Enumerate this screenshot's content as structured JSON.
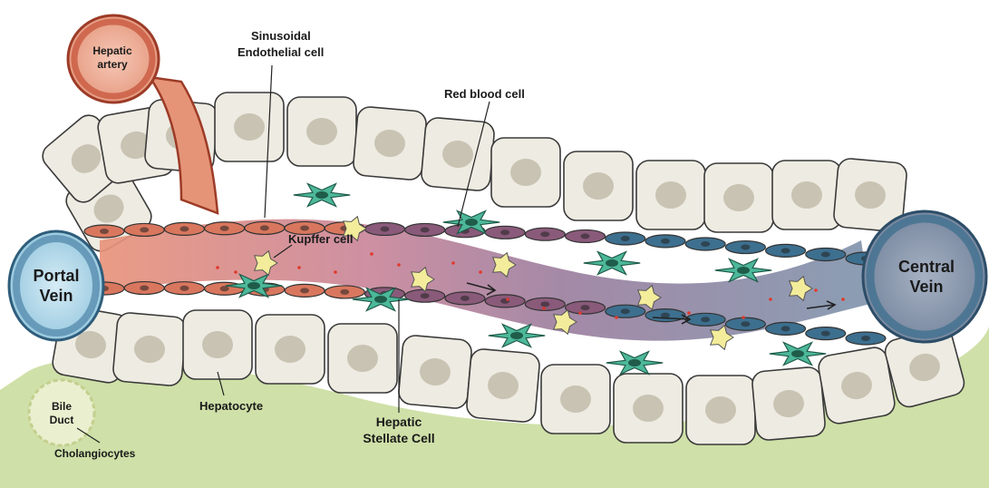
{
  "labels": {
    "hepatic_artery": [
      "Hepatic",
      "artery"
    ],
    "sinusoidal_endothelial": [
      "Sinusoidal",
      "Endothelial cell"
    ],
    "red_blood_cell": "Red blood cell",
    "kupffer_cell": "Kupffer cell",
    "portal_vein": [
      "Portal",
      "Vein"
    ],
    "central_vein": [
      "Central",
      "Vein"
    ],
    "hepatocyte": "Hepatocyte",
    "hepatic_stellate": [
      "Hepatic",
      "Stellate Cell"
    ],
    "bile_duct": [
      "Bile",
      "Duct"
    ],
    "cholangiocytes": "Cholangiocytes"
  },
  "colors": {
    "hepatocyte_fill": "#eeebe2",
    "hepatocyte_nucleus": "#c9c3b3",
    "bile_area": "#cfe0a8",
    "artery": "#d9705a",
    "portal_vein": "#a9d3e6",
    "central_vein": "#6b7f9a",
    "endothelial_blue": "#3d6f8f",
    "stellate": "#4db89a",
    "kupffer": "#f3ec9a"
  }
}
